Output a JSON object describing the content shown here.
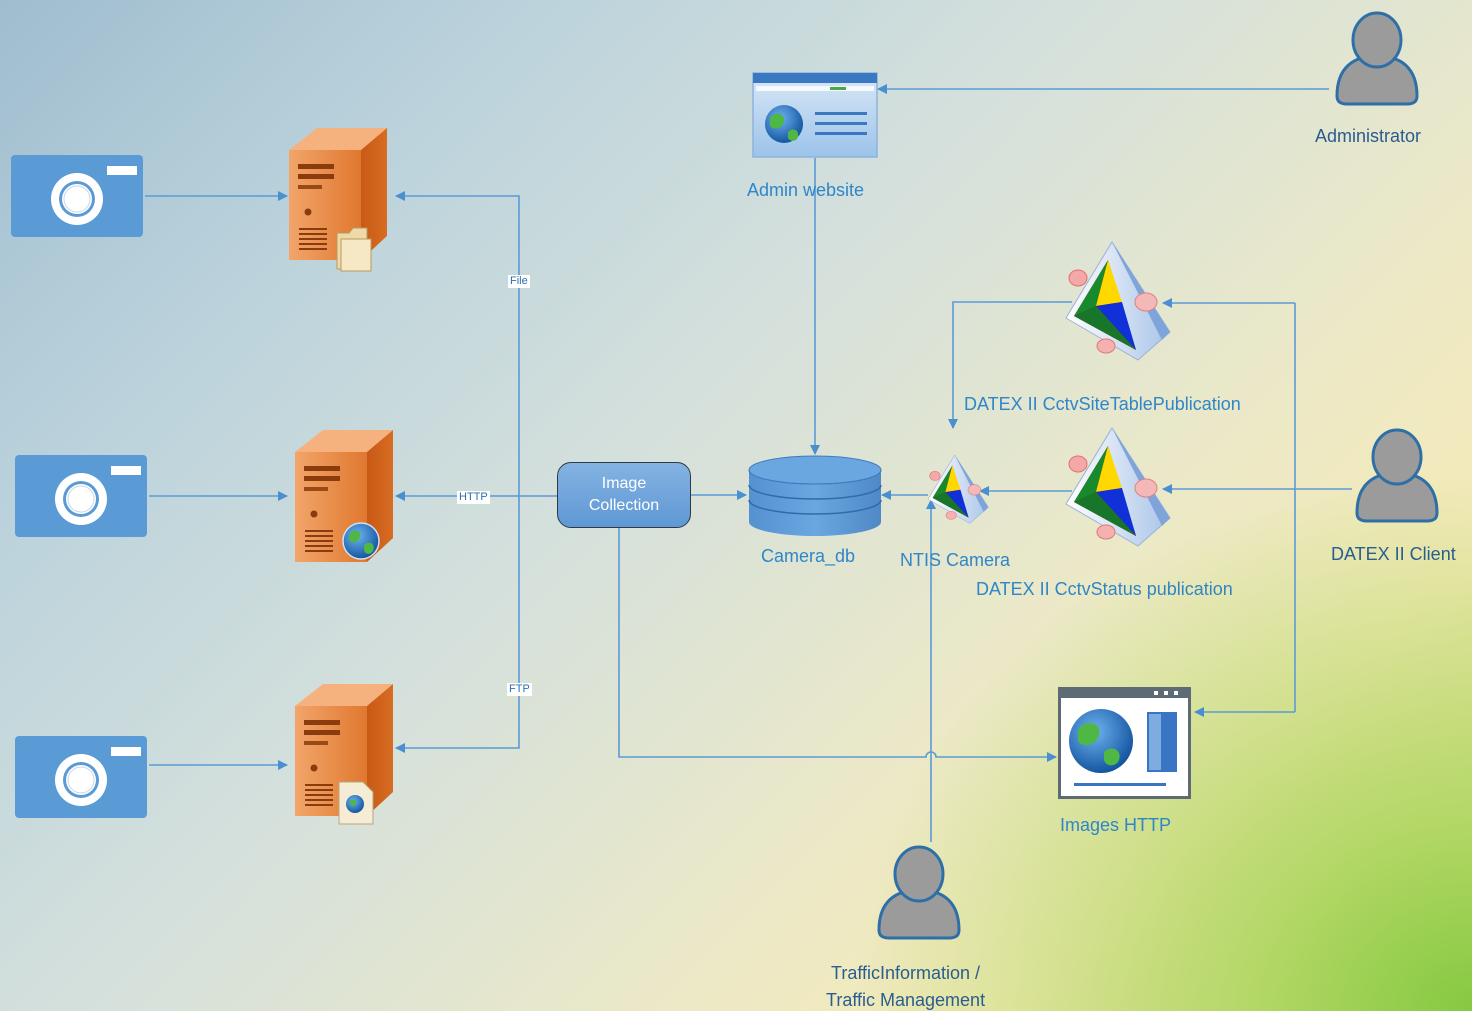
{
  "nodes": {
    "administrator": "Administrator",
    "admin_website": "Admin website",
    "datex_site_table": "DATEX II CctvSiteTablePublication",
    "image_collection": "Image\nCollection",
    "camera_db": "Camera_db",
    "ntis_camera": "NTIS Camera",
    "datex_status": "DATEX II CctvStatus publication",
    "datex_client": "DATEX II Client",
    "images_http": "Images HTTP",
    "traffic_management": "TrafficInformation /\nTraffic Management"
  },
  "edge_labels": {
    "file": "File",
    "http": "HTTP",
    "ftp": "FTP"
  },
  "colors": {
    "line": "#5b9bd5",
    "camera": "#5b9bd5",
    "server": "#e57b35",
    "person": "#9a9a9a",
    "person_outline": "#2e6fa8",
    "label": "#2f86c8"
  },
  "icons": [
    "camera-icon",
    "file-server-icon",
    "web-server-icon",
    "ftp-server-icon",
    "browser-window-icon",
    "database-icon",
    "pyramid-app-icon",
    "person-icon"
  ]
}
